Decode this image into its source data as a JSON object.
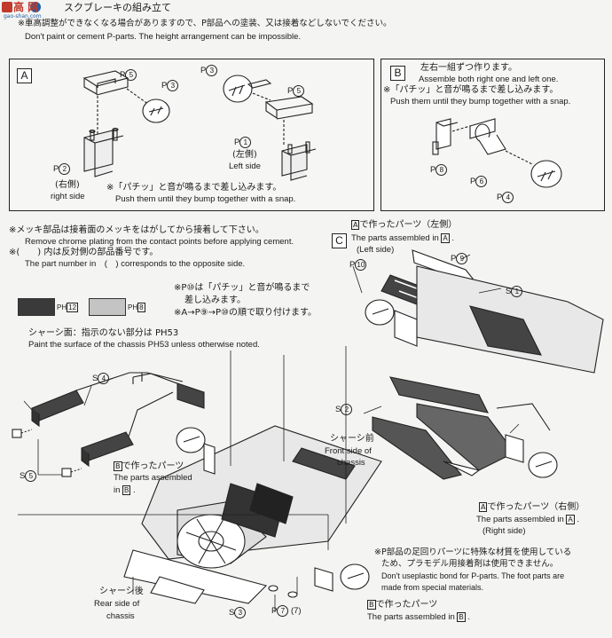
{
  "header": {
    "logo_text": "高 网",
    "logo_url": "gao-shan.com",
    "title": "スクブレーキの組み立て",
    "note_jp": "※車高調整ができなくなる場合がありますので、P部品への塗装、又は接着などしないでください。",
    "note_en": "Don't paint or cement P-parts. The height arrangement can be impossible."
  },
  "panel_a": {
    "letter": "A",
    "p5_a": "P",
    "p5_a_num": "5",
    "p3_a": "P",
    "p3_a_num": "3",
    "p3_b": "P",
    "p3_b_num": "3",
    "p5_b": "P",
    "p5_b_num": "5",
    "p1": "P",
    "p1_num": "1",
    "left_jp": "(左側)",
    "left_en": "Left side",
    "p2": "P",
    "p2_num": "2",
    "right_jp": "(右側)",
    "right_en": "right side",
    "snap_jp": "※「パチッ」と音が鳴るまで差し込みます。",
    "snap_en": "Push them until they bump together with a snap."
  },
  "panel_b": {
    "letter": "B",
    "jp1": "左右一組ずつ作ります。",
    "en1": "Assemble both right one and left one.",
    "jp2": "※「パチッ」と音が鳴るまで差し込みます。",
    "en2": "Push them until they bump together with a snap.",
    "p8": "P",
    "p8_num": "8",
    "p6": "P",
    "p6_num": "6",
    "p4": "P",
    "p4_num": "4"
  },
  "notes": {
    "chrome_jp": "※メッキ部品は接着面のメッキをはがしてから接着して下さい。",
    "chrome_en": "Remove chrome plating from the contact points before applying cement.",
    "paren_jp": "※(　　) 内は反対側の部品番号です。",
    "paren_en": "The part number in　(　) corresponds to the opposite side.",
    "swatch1_label": "PH",
    "swatch1_num": "12",
    "swatch2_label": "PH",
    "swatch2_num": "8",
    "p10_jp1": "※P⑩は「パチッ」と音が鳴るまで",
    "p10_jp2": "差し込みます。",
    "order_jp": "※A→P⑨→P⑩の順で取り付けます。",
    "chassis_jp": "シャーシ面：指示のない部分は PH53",
    "chassis_en": "Paint the surface of the chassis PH53 unless otherwise noted."
  },
  "panel_c": {
    "letter": "C",
    "made_jp_left": "で作ったパーツ（左側）",
    "made_en_left": "The parts assembled in",
    "left_side": "(Left side)",
    "p10": "P",
    "p10_num": "10",
    "p9": "P",
    "p9_num": "9",
    "s1": "S",
    "s1_num": "1",
    "s2": "S",
    "s2_num": "2",
    "front_jp": "シャーシ前",
    "front_en1": "Front side of",
    "front_en2": "chassis",
    "made_jp_right": "で作ったパーツ（右側）",
    "made_en_right": "The parts assembled in",
    "right_side": "(Right side)"
  },
  "lower": {
    "s4": "S",
    "s4_num": "4",
    "s5": "S",
    "s5_num": "5",
    "made_b_jp": "で作ったパーツ",
    "made_b_en1": "The parts assembled",
    "made_b_en2": "in",
    "rear_jp": "シャーシ後",
    "rear_en1": "Rear side of",
    "rear_en2": "chassis",
    "s3": "S",
    "s3_num": "3",
    "p7": "P",
    "p7_num": "7",
    "p7_paren": "(7)",
    "made_b2_jp": "で作ったパーツ",
    "made_b2_en": "The parts assembled in",
    "foot_jp1": "※P部品の足回りパーツに特殊な材質を使用している",
    "foot_jp2": "ため、プラモデル用接着剤は使用できません。",
    "foot_en1": "Don't useplastic bond for P-parts. The foot parts are",
    "foot_en2": "made from special materials."
  },
  "colors": {
    "swatch_dark": "#3a3a3a",
    "swatch_light": "#c4c4c4",
    "logo_red": "#c0392b",
    "logo_blue": "#1e5fa8"
  }
}
